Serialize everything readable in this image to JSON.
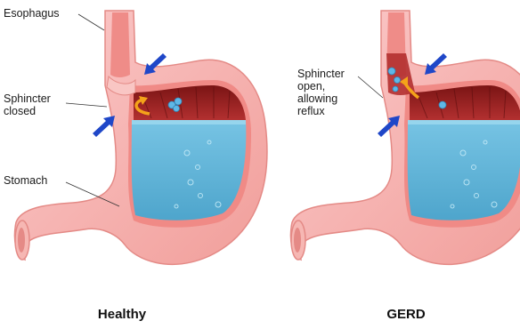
{
  "panels": {
    "healthy": {
      "caption": "Healthy"
    },
    "gerd": {
      "caption": "GERD"
    }
  },
  "labels": {
    "esophagus": "Esophagus",
    "sphincter_closed": "Sphincter\nclosed",
    "stomach": "Stomach",
    "sphincter_open": "Sphincter\nopen,\nallowing\nreflux"
  },
  "colors": {
    "stomach_wall": "#f5b3b0",
    "stomach_wall_edge": "#e48a86",
    "lining": "#f08a86",
    "inner_cavity": "#8e1f1f",
    "acid": "#5fb3d6",
    "acid_light": "#8fd0ea",
    "arrow_blue": "#1f47c8",
    "arrow_yellow": "#f4a31a",
    "bubble": "#5fb7e6"
  },
  "icons": [
    "pressure-arrow-icon",
    "reflux-arrow-icon",
    "bubble-icon"
  ]
}
